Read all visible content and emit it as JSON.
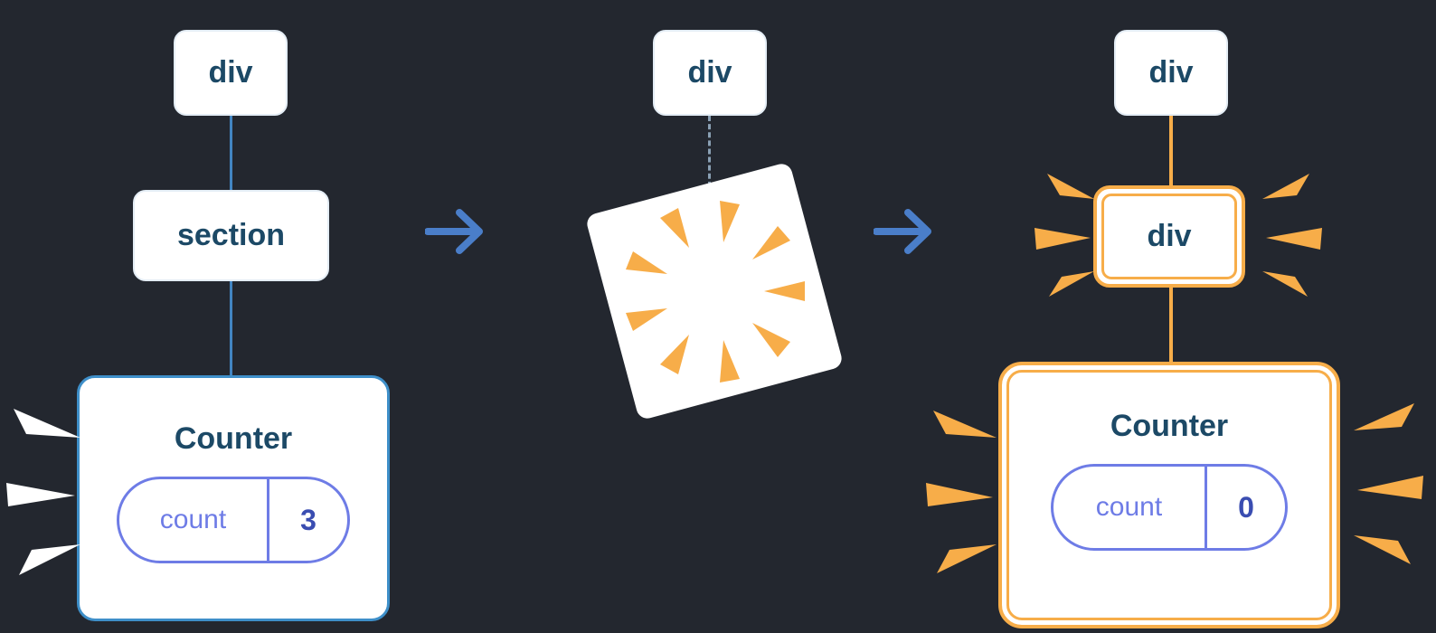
{
  "diagram": {
    "description": "React tree diagram: section subtree with Counter (count 3) is deleted and replaced by a div subtree with a fresh Counter (count 0)",
    "background": "#23272f",
    "colors": {
      "node_text": "#1c4966",
      "blue_line": "#4285c2",
      "arrow_blue": "#4a7ec9",
      "orange": "#f7ad49",
      "pill_indigo": "#6e7ce6",
      "value_indigo": "#3a4db1",
      "white": "#ffffff"
    },
    "icons": {
      "arrow": "right-arrow",
      "spark": "burst-wedge",
      "poof": "deletion-poof"
    },
    "panels": {
      "before": {
        "root_label": "div",
        "child_label": "section",
        "component": {
          "title": "Counter",
          "state_name": "count",
          "state_value": "3"
        }
      },
      "deleting": {
        "root_label": "div"
      },
      "after": {
        "root_label": "div",
        "new_child_label": "div",
        "component": {
          "title": "Counter",
          "state_name": "count",
          "state_value": "0"
        }
      }
    }
  }
}
